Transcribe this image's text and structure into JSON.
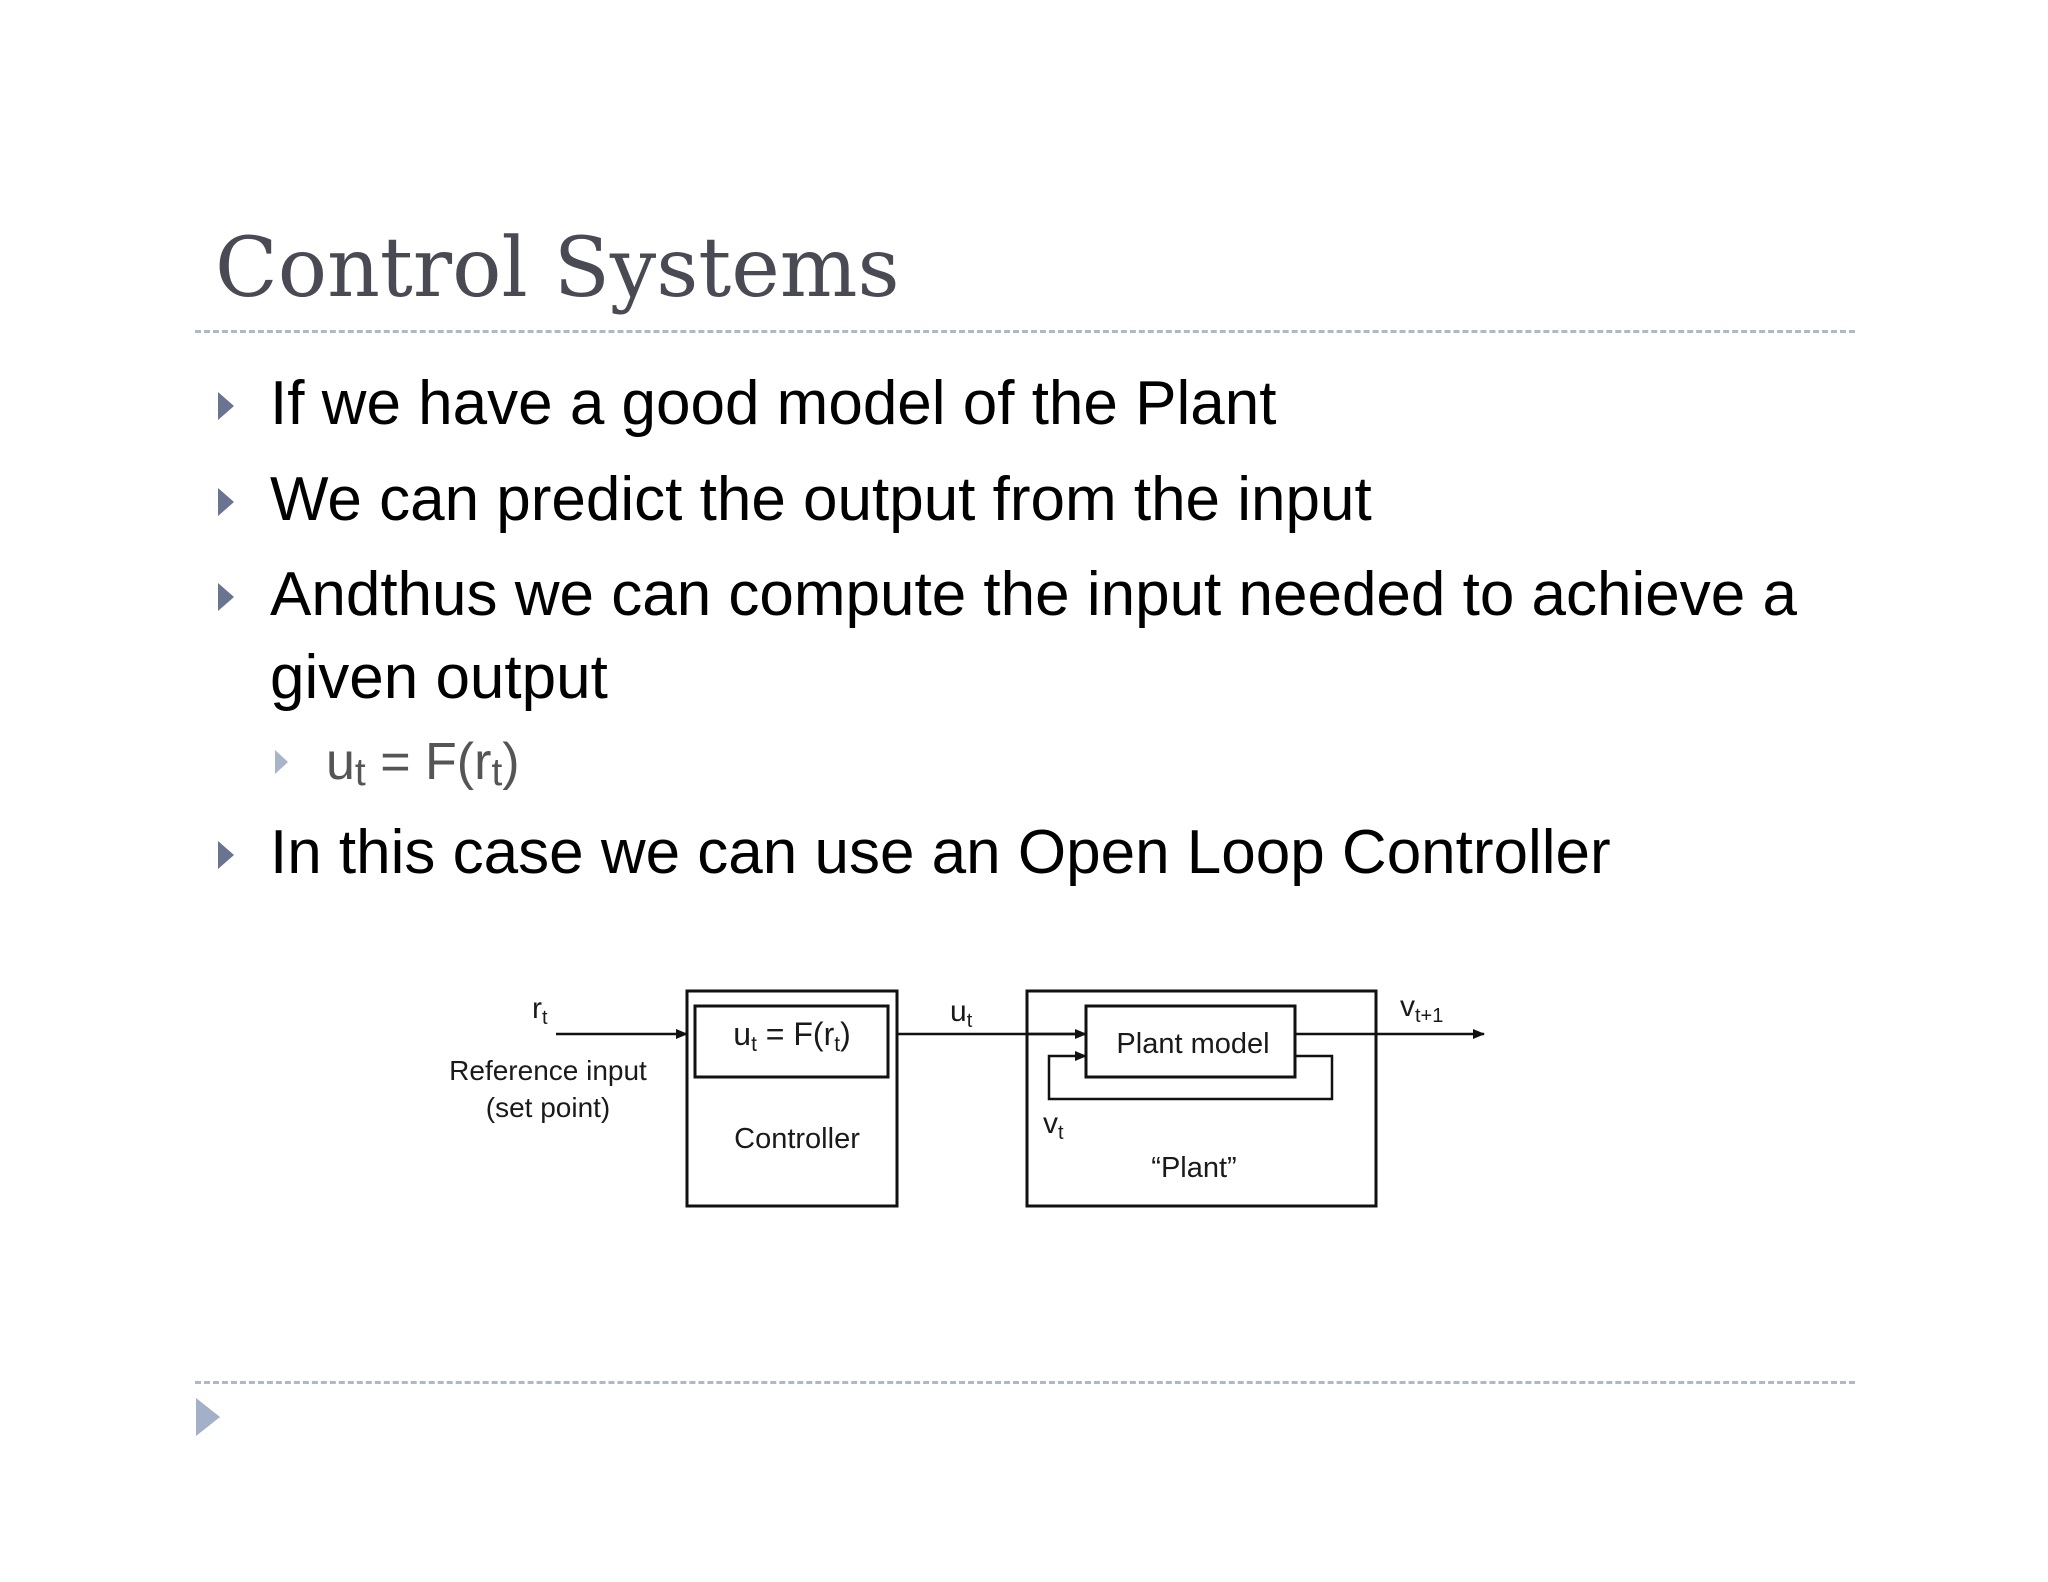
{
  "slide": {
    "title": "Control Systems",
    "bullets": [
      {
        "text": "If we have a good model of the Plant"
      },
      {
        "text": "We can predict the output from the input"
      },
      {
        "text": "Andthus we can compute the input needed to achieve a",
        "continuation": "given output"
      },
      {
        "text_u": "u",
        "text_t1": "t",
        "text_mid": " = F(r",
        "text_t2": "t",
        "text_end": ")",
        "level": 2
      },
      {
        "text": "In this case we can use an Open Loop Controller"
      }
    ]
  },
  "diagram": {
    "r_label": "r",
    "r_sub": "t",
    "reference_line1": "Reference input",
    "reference_line2": "(set point)",
    "controller_formula_u": "u",
    "controller_formula_sub": "t",
    "controller_formula_rest": " = F(r",
    "controller_formula_sub2": "t",
    "controller_formula_end": ")",
    "controller_label": "Controller",
    "u_label": "u",
    "u_sub": "t",
    "plant_model_label": "Plant model",
    "v_label": "v",
    "v_sub": "t",
    "plant_label": "“Plant”",
    "v_out_label": "v",
    "v_out_sub": "t+1"
  }
}
